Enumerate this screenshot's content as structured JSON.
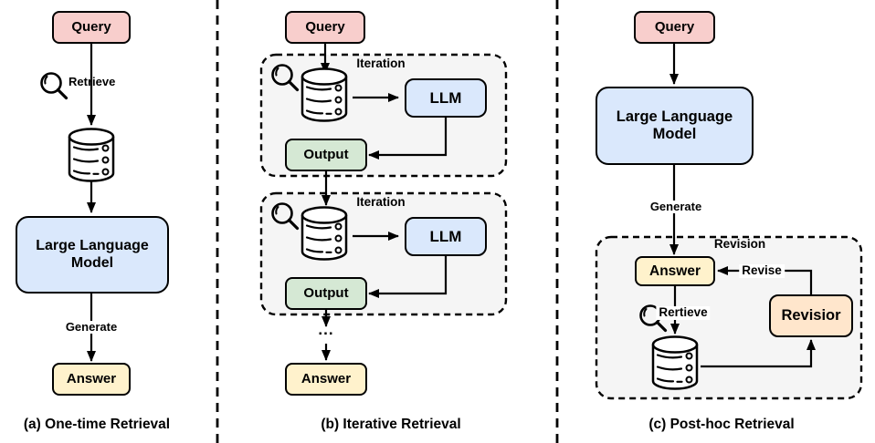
{
  "figure": {
    "panels": [
      {
        "caption": "(a) One-time Retrieval",
        "nodes": {
          "query": "Query",
          "llm": "Large Language Model",
          "answer": "Answer"
        },
        "labels": {
          "retrieve": "Retrieve",
          "generate": "Generate"
        }
      },
      {
        "caption": "(b) Iterative Retrieval",
        "nodes": {
          "query": "Query",
          "llm": "LLM",
          "output": "Output",
          "answer": "Answer"
        },
        "labels": {
          "iteration": "Iteration",
          "ellipsis": "..."
        }
      },
      {
        "caption": "(c) Post-hoc Retrieval",
        "nodes": {
          "query": "Query",
          "llm": "Large Language Model",
          "answer": "Answer",
          "revisor": "Revisior"
        },
        "labels": {
          "generate": "Generate",
          "revision": "Revision",
          "revise": "Revise",
          "retrieve": "Rertieve"
        }
      }
    ],
    "colors": {
      "query_fill": "#f8cecc",
      "llm_fill": "#dae8fc",
      "output_fill": "#d5e8d4",
      "answer_fill": "#fff2cc",
      "revisor_fill": "#ffe6cc",
      "container_fill": "#f5f5f5",
      "stroke": "#000000"
    }
  }
}
